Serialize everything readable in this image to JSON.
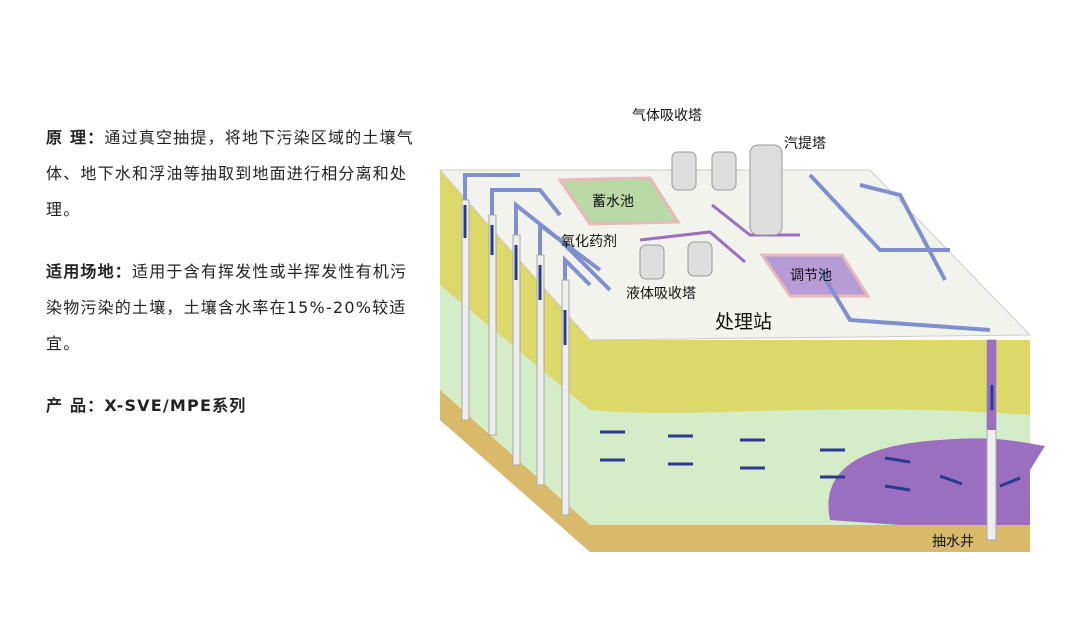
{
  "principle": {
    "label": "原  理：",
    "text": "通过真空抽提，将地下污染区域的土壤气体、地下水和浮油等抽取到地面进行相分离和处理。"
  },
  "site": {
    "label": "适用场地：",
    "text": "适用于含有挥发性或半挥发性有机污染物污染的土壤，土壤含水率在15%-20%较适宜。"
  },
  "product": {
    "label": "产  品：",
    "text": "X-SVE/MPE系列"
  },
  "diagram": {
    "gas_absorber": "气体吸收塔",
    "stripper": "汽提塔",
    "reservoir": "蓄水池",
    "oxidant": "氧化药剂",
    "liquid_absorber": "液体吸收塔",
    "regulating_tank": "调节池",
    "station": "处理站",
    "pump_well": "抽水井"
  },
  "colors": {
    "soil": "#dcd86a",
    "groundwater": "#d4ecc8",
    "plume": "#9b6fc0",
    "base": "#d9b96a",
    "pipe": "#7f8fd0",
    "arrow": "#2a3a8c"
  }
}
